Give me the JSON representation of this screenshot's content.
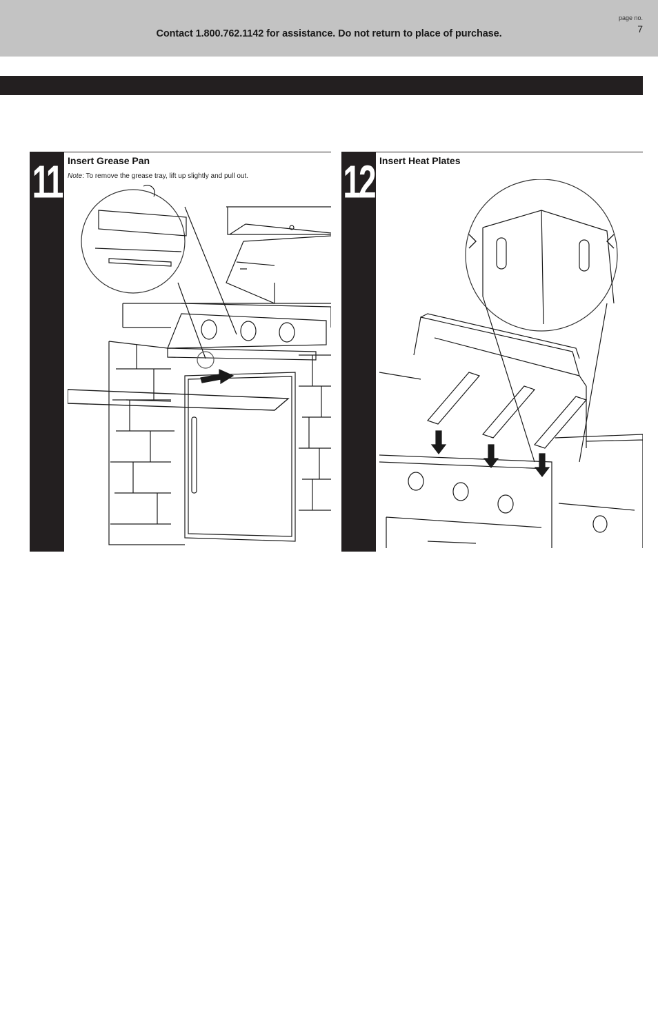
{
  "header": {
    "contact": "Contact 1.800.762.1142 for assistance. Do not return to place of purchase.",
    "page_label": "page no.",
    "page_number": "7"
  },
  "steps": [
    {
      "number": "11",
      "title": "Insert Grease Pan",
      "note_label": "Note",
      "note_text": ": To remove the grease tray, lift up slightly and pull out."
    },
    {
      "number": "12",
      "title": "Insert Heat Plates"
    }
  ]
}
